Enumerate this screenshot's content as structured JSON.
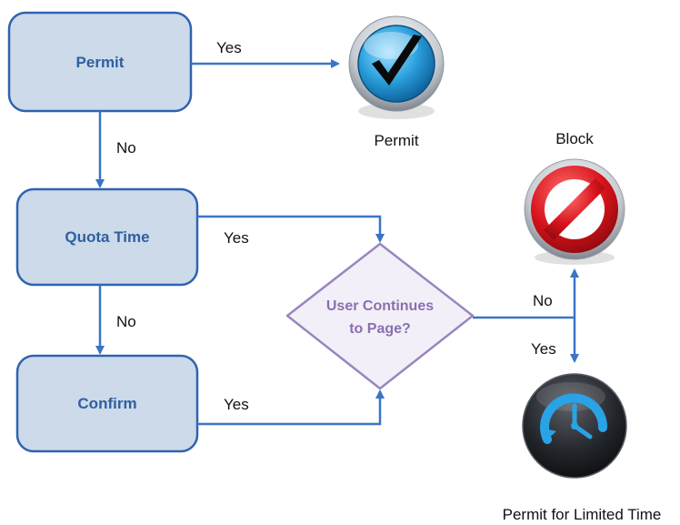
{
  "nodes": {
    "permit_box": "Permit",
    "quota_box": "Quota Time",
    "confirm_box": "Confirm",
    "decision_line1": "User Continues",
    "decision_line2": "to Page?"
  },
  "edge_labels": {
    "permit_yes": "Yes",
    "permit_no": "No",
    "quota_yes": "Yes",
    "quota_no": "No",
    "confirm_yes": "Yes",
    "decision_no": "No",
    "decision_yes": "Yes"
  },
  "outcomes": {
    "permit": {
      "label": "Permit",
      "icon": "checkmark-icon"
    },
    "block": {
      "label": "Block",
      "icon": "block-icon"
    },
    "limited": {
      "label": "Permit for Limited Time",
      "icon": "clock-icon"
    }
  },
  "colors": {
    "box_fill": "#ccdaea",
    "box_stroke": "#2f63b0",
    "box_text": "#2f5f9f",
    "arrow": "#3a74c8",
    "diamond_fill": "#f3eff8",
    "diamond_stroke": "#9a86bf",
    "diamond_text": "#8a6fb0",
    "block_red": "#d6121a",
    "check_blue": "#2a9fdc",
    "clock_blue": "#29a3e6"
  }
}
